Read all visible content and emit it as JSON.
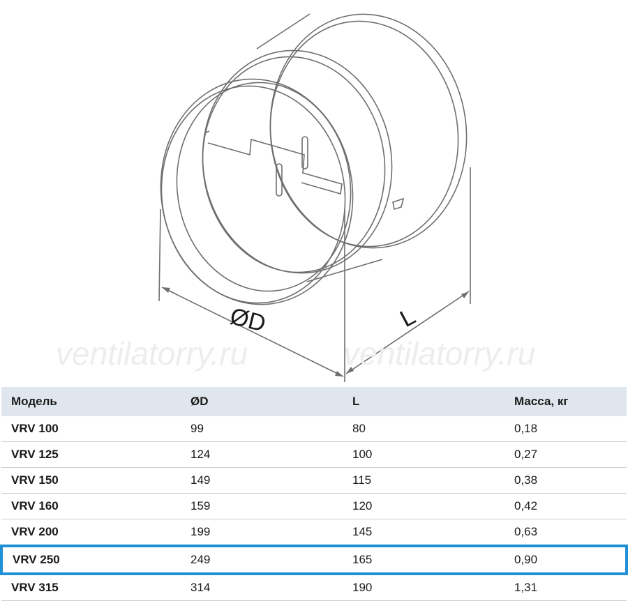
{
  "drawing": {
    "dim_diameter": "ØD",
    "dim_length": "L",
    "watermark": "ventilatorry.ru"
  },
  "table": {
    "headers": [
      "Модель",
      "ØD",
      "L",
      "Масса, кг"
    ],
    "rows": [
      [
        "VRV 100",
        "99",
        "80",
        "0,18"
      ],
      [
        "VRV 125",
        "124",
        "100",
        "0,27"
      ],
      [
        "VRV 150",
        "149",
        "115",
        "0,38"
      ],
      [
        "VRV 160",
        "159",
        "120",
        "0,42"
      ],
      [
        "VRV 200",
        "199",
        "145",
        "0,63"
      ],
      [
        "VRV 250",
        "249",
        "165",
        "0,90"
      ],
      [
        "VRV 315",
        "314",
        "190",
        "1,31"
      ]
    ],
    "highlighted_row": "VRV 250"
  },
  "colors": {
    "header_bg": "#dfe6ee",
    "highlight": "#1f8fd6",
    "line": "#6e6e6e"
  }
}
